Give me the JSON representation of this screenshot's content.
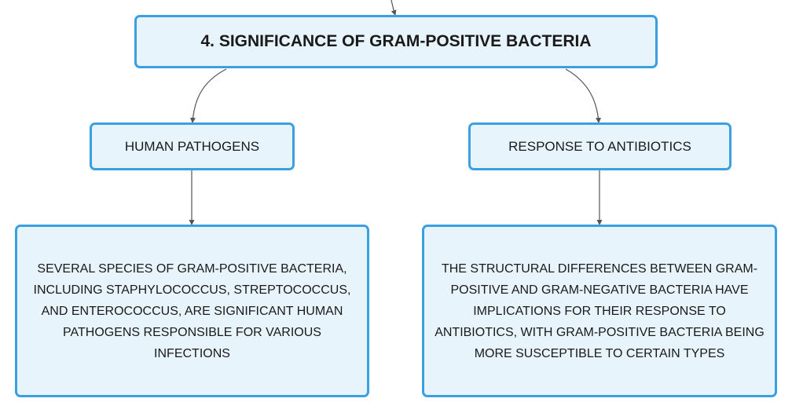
{
  "diagram": {
    "title": "4. SIGNIFICANCE OF GRAM-POSITIVE BACTERIA",
    "branches": [
      {
        "label": "HUMAN PATHOGENS",
        "detail": "SEVERAL SPECIES OF GRAM-POSITIVE BACTERIA, INCLUDING STAPHYLOCOCCUS, STREPTOCOCCUS, AND ENTEROCOCCUS, ARE SIGNIFICANT HUMAN PATHOGENS RESPONSIBLE FOR VARIOUS INFECTIONS"
      },
      {
        "label": "RESPONSE TO ANTIBIOTICS",
        "detail": "THE STRUCTURAL DIFFERENCES BETWEEN GRAM-POSITIVE AND GRAM-NEGATIVE BACTERIA HAVE IMPLICATIONS FOR THEIR RESPONSE TO ANTIBIOTICS, WITH GRAM-POSITIVE BACTERIA BEING MORE SUSCEPTIBLE TO CERTAIN TYPES"
      }
    ]
  },
  "colors": {
    "node_border": "#3aa0e0",
    "node_fill": "#e8f4fc",
    "connector": "#555555"
  }
}
